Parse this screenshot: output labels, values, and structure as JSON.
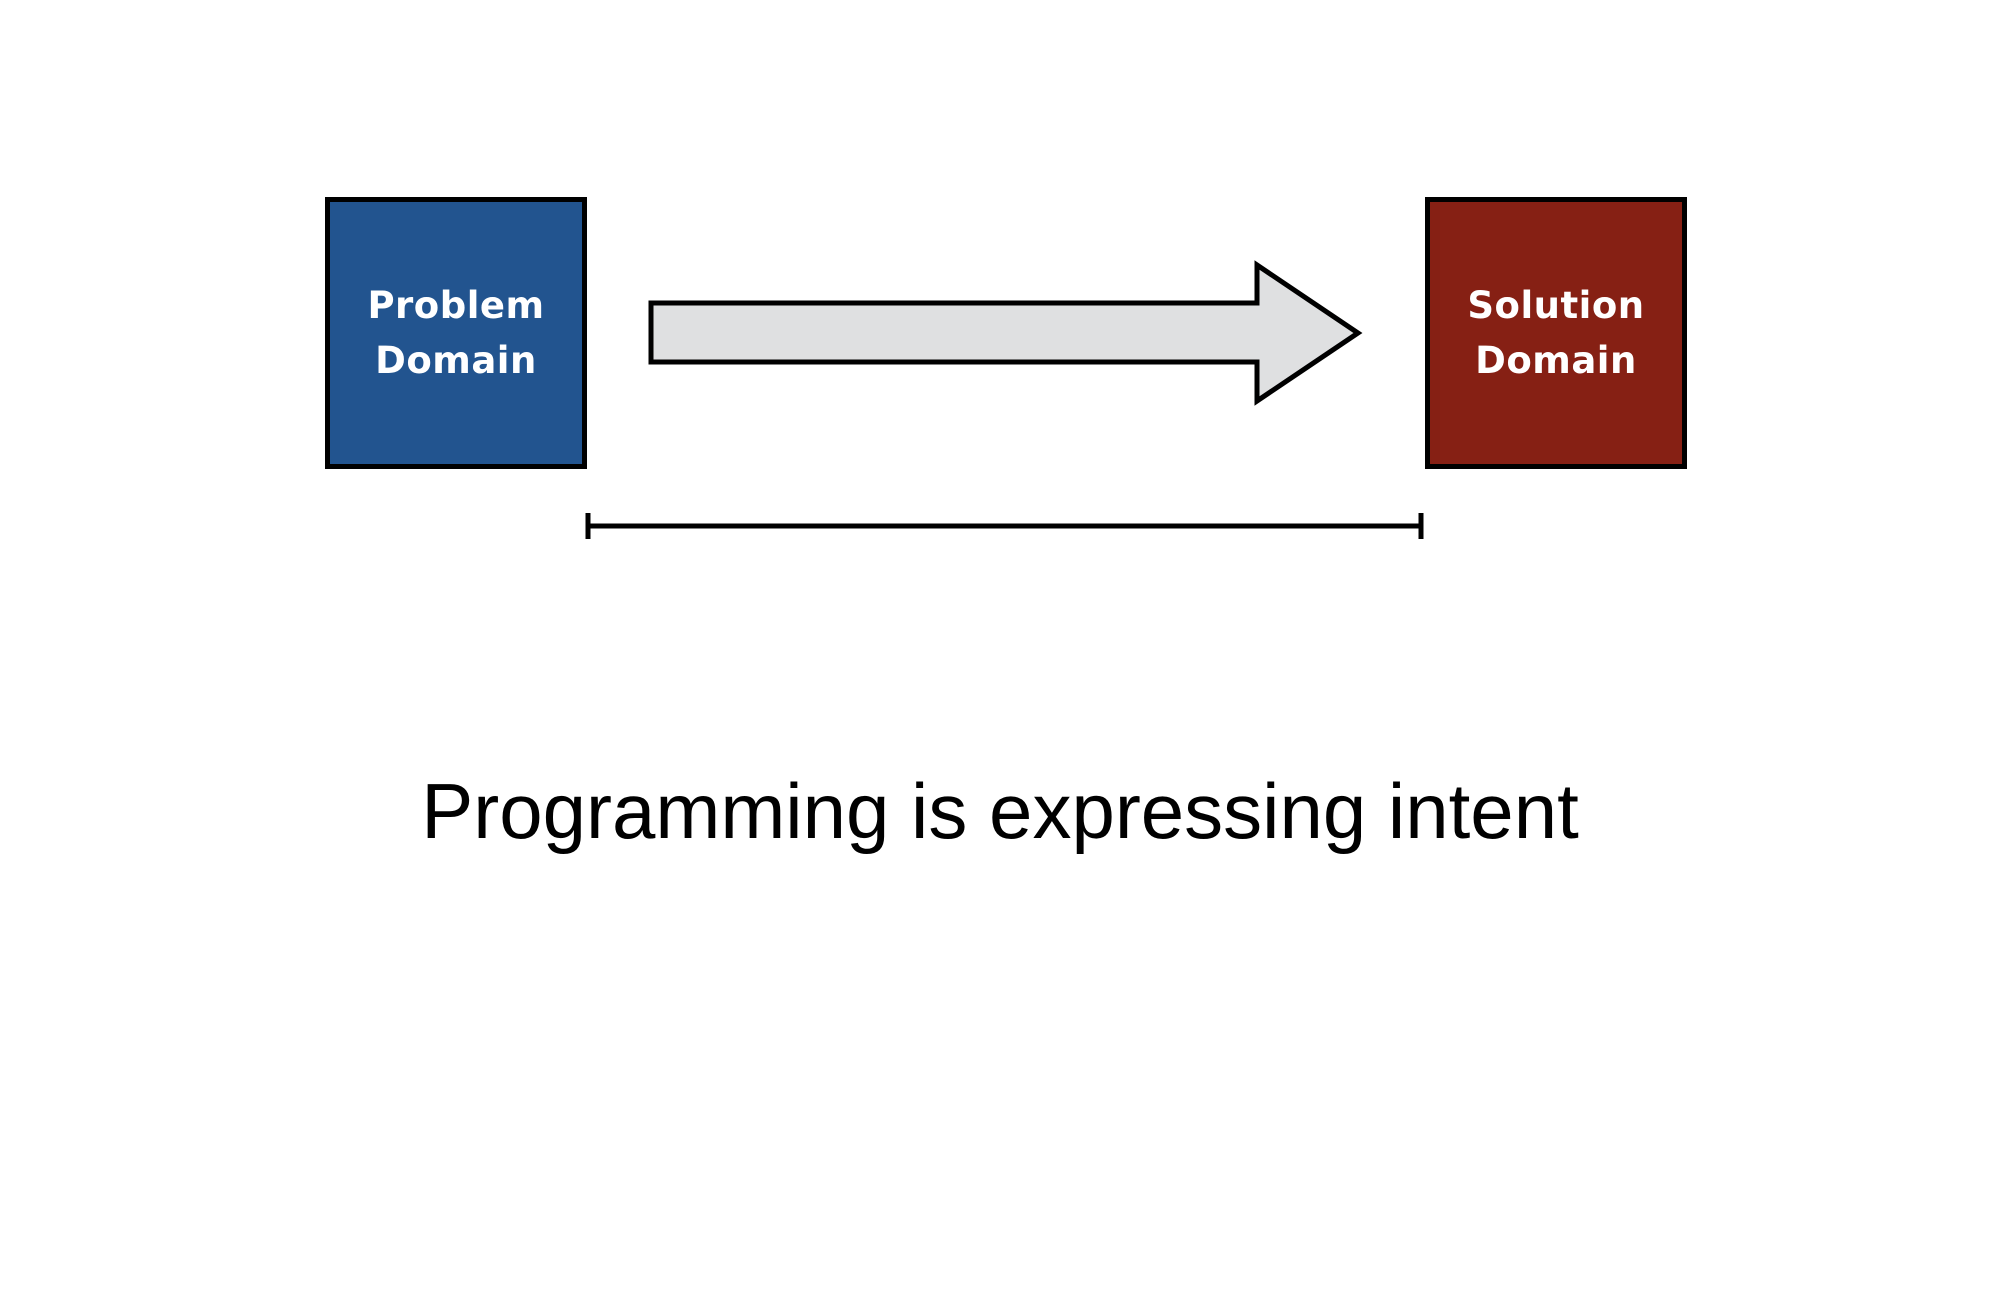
{
  "problem_domain": {
    "line1": "Problem",
    "line2": "Domain",
    "color": "#22548f"
  },
  "solution_domain": {
    "line1": "Solution",
    "line2": "Domain",
    "color": "#862014"
  },
  "arrow": {
    "fill": "#dfe0e1",
    "stroke": "#000000"
  },
  "caption": "Programming is expressing intent"
}
